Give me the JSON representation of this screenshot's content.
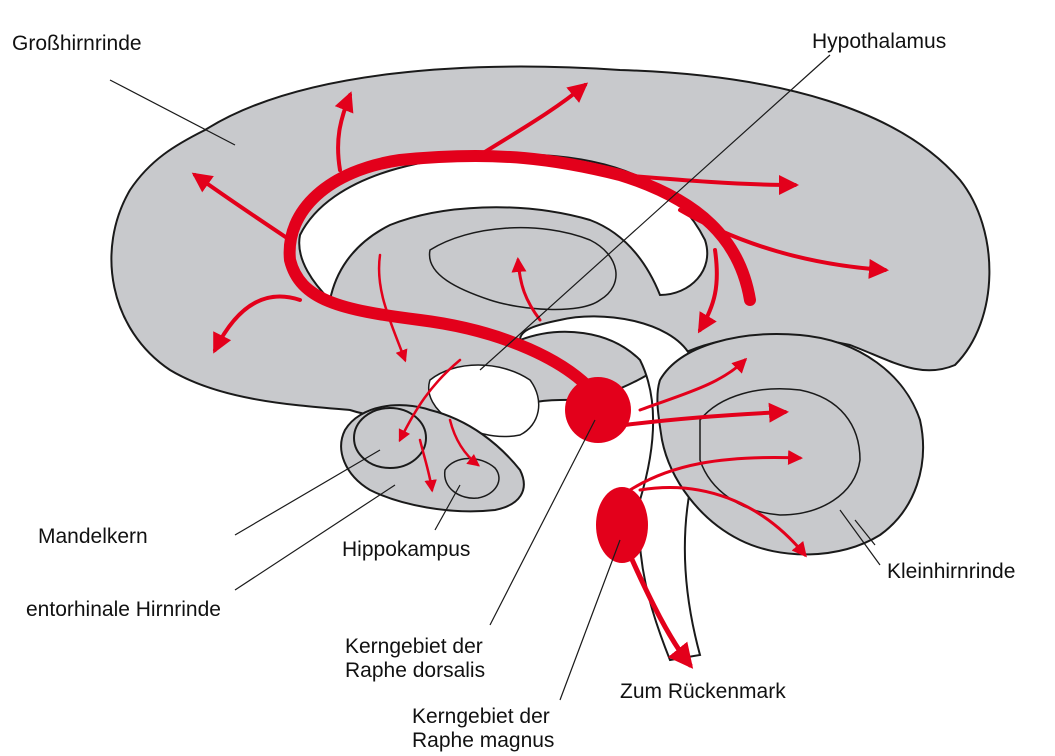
{
  "colors": {
    "background": "#ffffff",
    "brain_fill": "#c8c9cc",
    "outline": "#1a1a1a",
    "pathway": "#e3001b",
    "label_text": "#111111"
  },
  "labels": {
    "cerebral_cortex": "Großhirnrinde",
    "hypothalamus": "Hypothalamus",
    "amygdala": "Mandelkern",
    "hippocampus": "Hippokampus",
    "entorhinal_cortex": "entorhinale Hirnrinde",
    "raphe_dorsalis_line1": "Kerngebiet der",
    "raphe_dorsalis_line2": "Raphe dorsalis",
    "spinal_cord": "Zum Rückenmark",
    "raphe_magnus_line1": "Kerngebiet der",
    "raphe_magnus_line2": "Raphe magnus",
    "cerebellar_cortex": "Kleinhirnrinde"
  }
}
